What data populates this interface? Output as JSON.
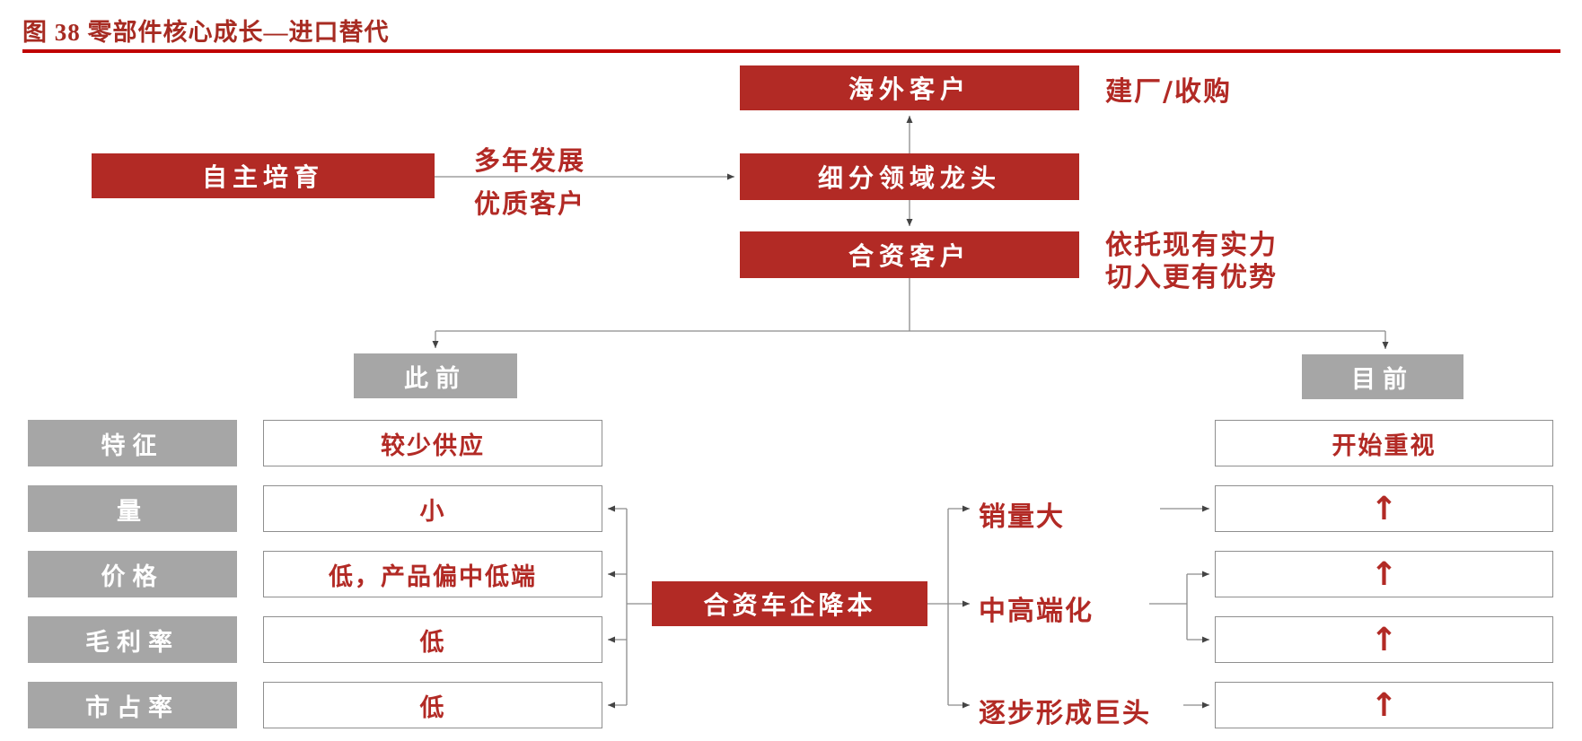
{
  "title": "图 38 零部件核心成长—进口替代",
  "colors": {
    "box_red": "#b22a25",
    "rule_red": "#c00000",
    "box_gray": "#a6a6a6",
    "connector_gray": "#8c8c8c"
  },
  "flow": {
    "overseas_customer": "海外客户",
    "overseas_note": "建厂/收购",
    "self_cultivation": "自主培育",
    "arrow_label_top": "多年发展",
    "arrow_label_bottom": "优质客户",
    "segment_leader": "细分领域龙头",
    "jv_customer": "合资客户",
    "jv_note_line1": "依托现有实力",
    "jv_note_line2": "切入更有优势",
    "before_header": "此前",
    "now_header": "目前"
  },
  "comparison": {
    "row_labels": [
      "特征",
      "量",
      "价格",
      "毛利率",
      "市占率"
    ],
    "before_values": [
      "较少供应",
      "小",
      "低，产品偏中低端",
      "低",
      "低"
    ],
    "now_values": [
      "开始重视",
      "↑",
      "↑",
      "↑",
      "↑"
    ]
  },
  "center": {
    "cost_reduction": "合资车企降本",
    "drivers": [
      "销量大",
      "中高端化",
      "逐步形成巨头"
    ]
  }
}
